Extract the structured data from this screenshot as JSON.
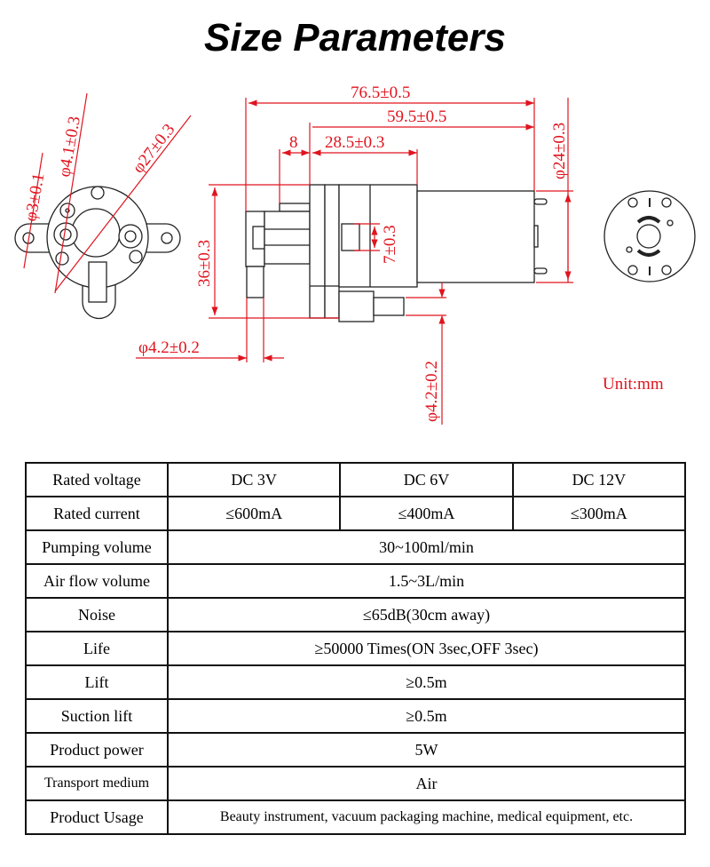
{
  "title": "Size Parameters",
  "dimensions": {
    "d3": "φ3±0.1",
    "d41": "φ4.1±0.3",
    "d27": "φ27±0.3",
    "len765": "76.5±0.5",
    "len595": "59.5±0.5",
    "len8": "8",
    "len285": "28.5±0.3",
    "h36": "36±0.3",
    "h7": "7±0.3",
    "d24": "φ24±0.3",
    "d42_inlet": "φ4.2±0.2",
    "d42_outlet": "φ4.2±0.2",
    "unit": "Unit:mm"
  },
  "colors": {
    "dimension": "#e0141e",
    "outline": "#222222"
  },
  "table": {
    "rated_voltage": {
      "label": "Rated voltage",
      "values": [
        "DC 3V",
        "DC 6V",
        "DC 12V"
      ]
    },
    "rated_current": {
      "label": "Rated current",
      "values": [
        "≤600mA",
        "≤400mA",
        "≤300mA"
      ]
    },
    "rows": [
      {
        "label": "Pumping volume",
        "value": "30~100ml/min"
      },
      {
        "label": "Air flow volume",
        "value": "1.5~3L/min"
      },
      {
        "label": "Noise",
        "value": "≤65dB(30cm away)"
      },
      {
        "label": "Life",
        "value": "≥50000 Times(ON 3sec,OFF 3sec)"
      },
      {
        "label": "Lift",
        "value": "≥0.5m"
      },
      {
        "label": "Suction lift",
        "value": "≥0.5m"
      },
      {
        "label": "Product power",
        "value": "5W"
      },
      {
        "label": "Transport medium",
        "value": "Air"
      },
      {
        "label": "Product Usage",
        "value": "Beauty instrument, vacuum packaging machine, medical equipment, etc."
      }
    ]
  }
}
